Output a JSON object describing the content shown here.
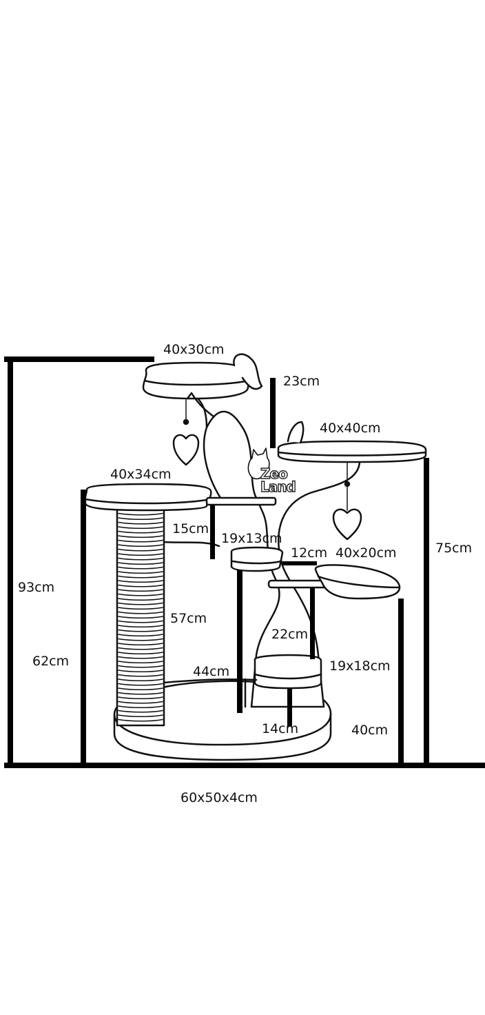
{
  "dimensions": {
    "top_perch": "40x30cm",
    "top_gap": "23cm",
    "right_perch": "40x40cm",
    "left_perch": "40x34cm",
    "total_height": "93cm",
    "right_height": "75cm",
    "post_gap": "15cm",
    "small_step": "19x13cm",
    "step_gap": "12cm",
    "mid_perch": "40x20cm",
    "post_length": "57cm",
    "left_height": "62cm",
    "middle_gap": "22cm",
    "step_height": "44cm",
    "lower_step": "19x18cm",
    "bottom_gap": "14cm",
    "right_low_height": "40cm",
    "base": "60x50x4cm"
  },
  "logo": {
    "brand_mark": "Zeo Land"
  },
  "colors": {
    "line": "#111111",
    "fill": "#ffffff"
  }
}
